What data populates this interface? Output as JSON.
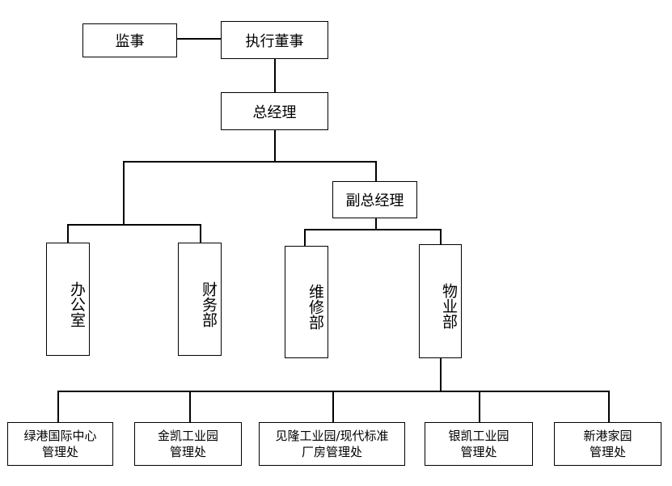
{
  "org_chart": {
    "supervisor": "监事",
    "executive_director": "执行董事",
    "general_manager": "总经理",
    "deputy_general_manager": "副总经理",
    "departments": {
      "office": "办公室",
      "finance": "财务部",
      "maintenance": "维修部",
      "property": "物业部"
    },
    "property_offices": [
      {
        "line1": "绿港国际中心",
        "line2": "管理处"
      },
      {
        "line1": "金凯工业园",
        "line2": "管理处"
      },
      {
        "line1": "见隆工业园/现代标准",
        "line2": "厂房管理处"
      },
      {
        "line1": "银凯工业园",
        "line2": "管理处"
      },
      {
        "line1": "新港家园",
        "line2": "管理处"
      }
    ]
  }
}
